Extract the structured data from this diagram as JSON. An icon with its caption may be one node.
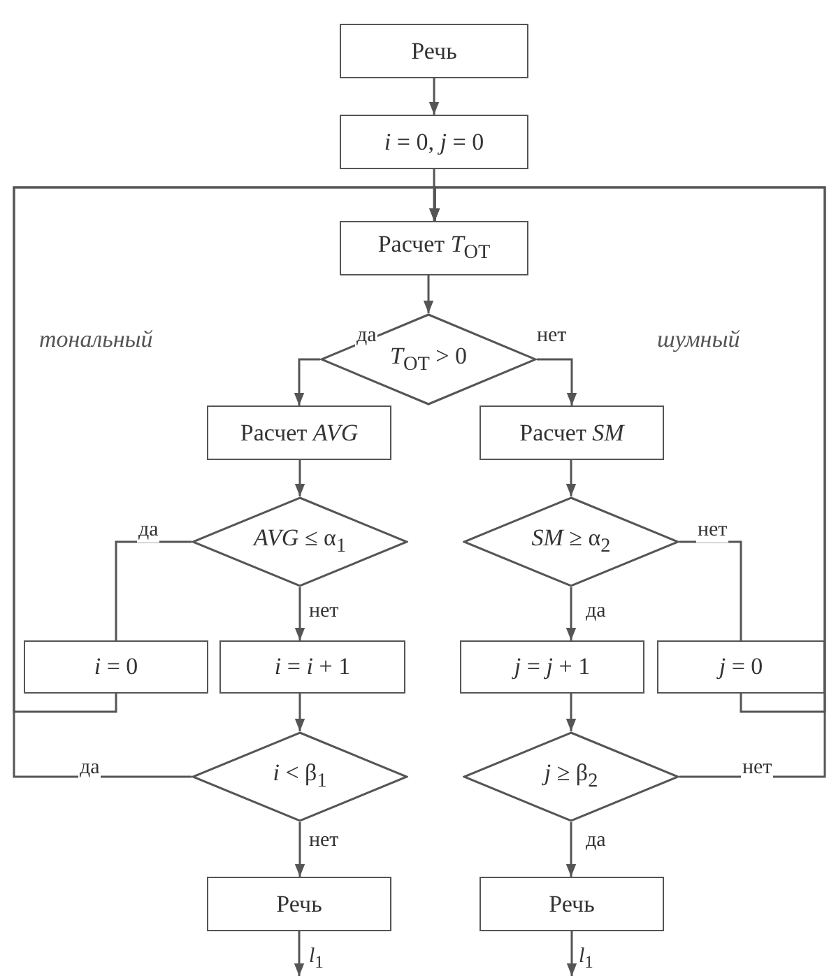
{
  "diagram": {
    "nodes": [
      {
        "text": [
          "Речь"
        ]
      },
      {
        "text": [
          "*i* = 0, *j* = 0"
        ]
      },
      {
        "text": [
          "Расчет *T*$_{ОТ}$"
        ]
      },
      {
        "text": [
          "*T*$_{ОТ}$ > 0"
        ]
      },
      {
        "text": [
          "Расчет *AVG*"
        ]
      },
      {
        "text": [
          "Расчет *SM*"
        ]
      },
      {
        "text": [
          "*AVG* ≤ α$_{1}$"
        ]
      },
      {
        "text": [
          "*SM* ≥ α$_{2}$"
        ]
      },
      {
        "text": [
          "*i* = 0"
        ]
      },
      {
        "text": [
          "*i* = *i* + 1"
        ]
      },
      {
        "text": [
          "*j* = *j* + 1"
        ]
      },
      {
        "text": [
          "*j* = 0"
        ]
      },
      {
        "text": [
          "*i* < β$_{1}$"
        ]
      },
      {
        "text": [
          "*j* ≥ β$_{2}$"
        ]
      },
      {
        "text": [
          "Речь"
        ]
      },
      {
        "text": [
          "Речь"
        ]
      }
    ],
    "edges": [
      {
        "from": 0,
        "to": 1,
        "arrow": "to"
      },
      {
        "from": 1,
        "to": 2,
        "arrow": "to"
      },
      {
        "from": 2,
        "to": 3,
        "arrow": "to"
      },
      {
        "from": 3,
        "to": 4,
        "arrow": "to",
        "label": "да"
      },
      {
        "from": 3,
        "to": 5,
        "arrow": "to",
        "label": "нет"
      },
      {
        "from": 4,
        "to": 6,
        "arrow": "to"
      },
      {
        "from": 5,
        "to": 7,
        "arrow": "to"
      },
      {
        "from": 6,
        "to": 8,
        "arrow": "none",
        "label": "да"
      },
      {
        "from": 6,
        "to": 9,
        "arrow": "to",
        "label": "нет"
      },
      {
        "from": 7,
        "to": 10,
        "arrow": "to",
        "label": "да"
      },
      {
        "from": 7,
        "to": 11,
        "arrow": "none",
        "label": "нет"
      },
      {
        "from": 9,
        "to": 12,
        "arrow": "to"
      },
      {
        "from": 10,
        "to": 13,
        "arrow": "to"
      },
      {
        "from": 12,
        "to": 14,
        "arrow": "to",
        "label": "нет"
      },
      {
        "from": 13,
        "to": 15,
        "arrow": "to",
        "label": "да"
      },
      {
        "from": 8,
        "to": 2,
        "arrow": "to"
      },
      {
        "from": 11,
        "to": 2,
        "arrow": "to"
      },
      {
        "from": 12,
        "to": 2,
        "arrow": "to",
        "label": "да"
      },
      {
        "from": 13,
        "to": 2,
        "arrow": "to",
        "label": "нет"
      },
      {
        "from": 14,
        "to": null,
        "arrow": "to",
        "label": "*l*$_{1}$"
      },
      {
        "from": 15,
        "to": null,
        "arrow": "to",
        "label": "*l*$_{1}$"
      }
    ],
    "labels": [
      "тональный",
      "шумный"
    ]
  }
}
